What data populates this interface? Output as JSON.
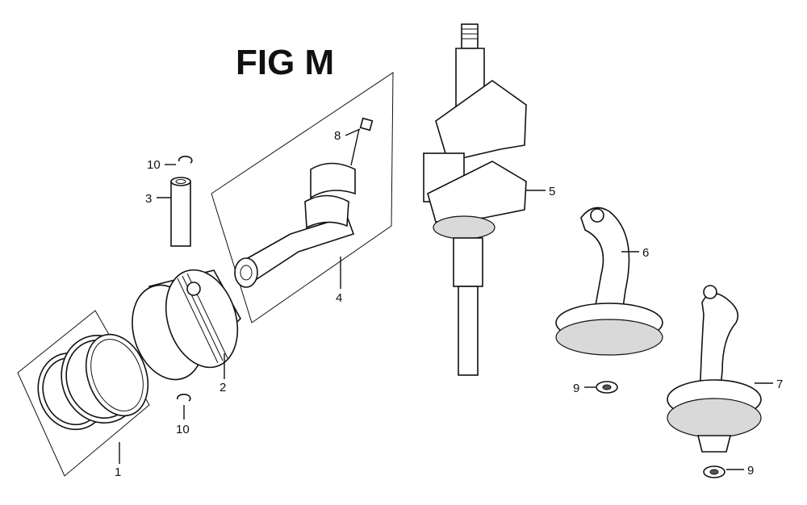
{
  "figure": {
    "title": "FIG M"
  },
  "callouts": {
    "c1": "1",
    "c2": "2",
    "c3": "3",
    "c4": "4",
    "c5": "5",
    "c6": "6",
    "c7": "7",
    "c8": "8",
    "c9a": "9",
    "c9b": "9",
    "c10a": "10",
    "c10b": "10"
  }
}
